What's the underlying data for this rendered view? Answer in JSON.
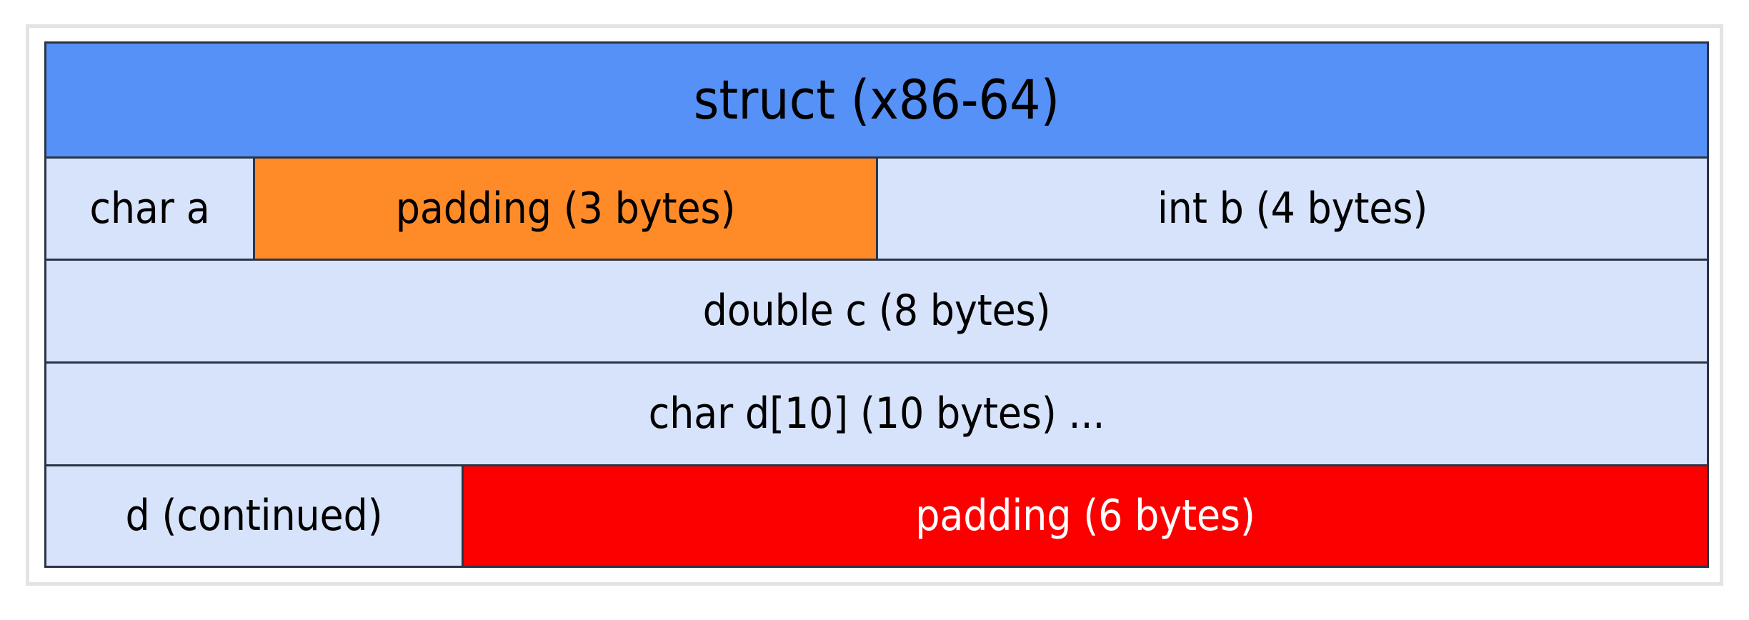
{
  "diagram": {
    "title": "struct (x86-64)",
    "architecture": "x86-64",
    "header_row": {
      "label": "struct (x86-64)",
      "fill_color": "#5691f7"
    },
    "field_fill_color": "#d7e3fb",
    "padding_orange_color": "#ff8b28",
    "padding_red_color": "#fc0000",
    "border_color": "#2b3445",
    "frame_color": "#e3e3e3",
    "rows": [
      {
        "name": "row-a-b",
        "cells": [
          {
            "label": "char a",
            "kind": "field",
            "bytes": 1
          },
          {
            "label": "padding (3 bytes)",
            "kind": "padding",
            "bytes": 3
          },
          {
            "label": "int b (4 bytes)",
            "kind": "field",
            "bytes": 4
          }
        ]
      },
      {
        "name": "row-c",
        "cells": [
          {
            "label": "double c (8 bytes)",
            "kind": "field",
            "bytes": 8
          }
        ]
      },
      {
        "name": "row-d",
        "cells": [
          {
            "label": "char d[10] (10 bytes) ...",
            "kind": "field",
            "bytes": 10
          }
        ]
      },
      {
        "name": "row-d-padding",
        "cells": [
          {
            "label": "d (continued)",
            "kind": "field",
            "bytes": 2
          },
          {
            "label": "padding (6 bytes)",
            "kind": "padding",
            "bytes": 6
          }
        ]
      }
    ]
  }
}
